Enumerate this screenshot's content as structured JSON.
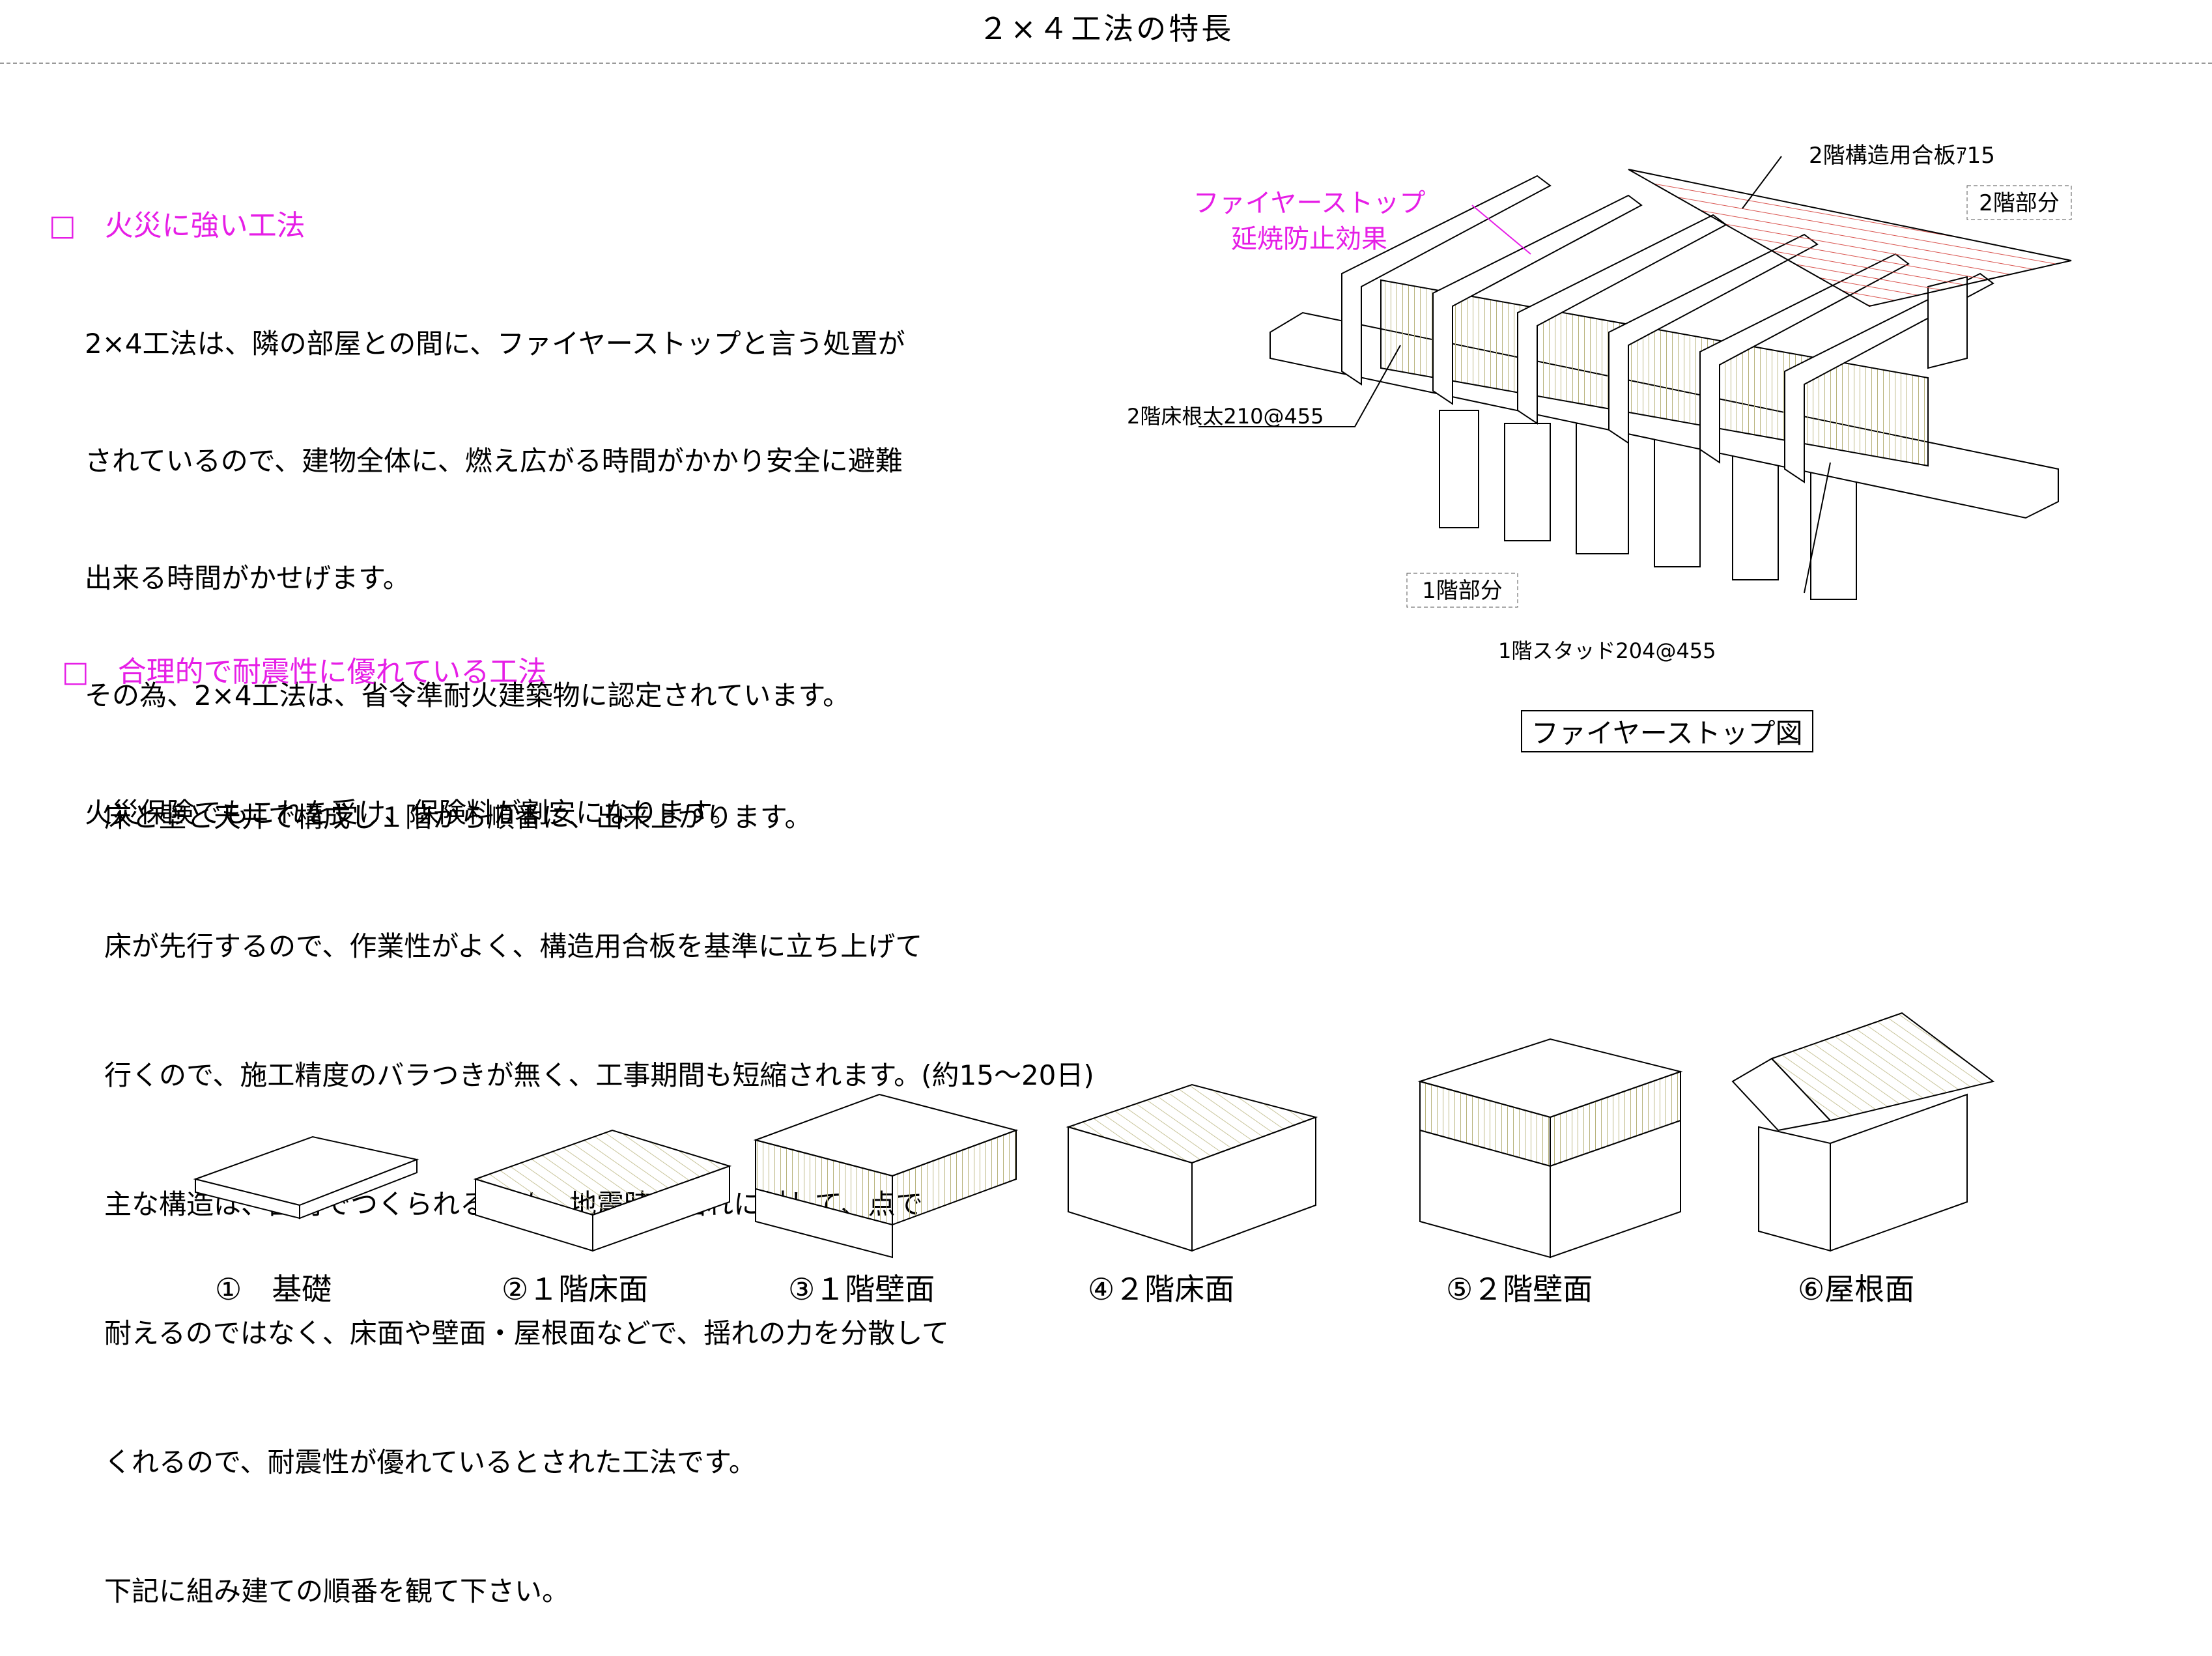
{
  "title": "２×４工法の特長",
  "section1": {
    "heading": "□　火災に強い工法",
    "lines": [
      "2×4工法は、隣の部屋との間に、ファイヤーストップと言う処置が",
      "されているので、建物全体に、燃え広がる時間がかかり安全に避難",
      "出来る時間がかせげます。",
      "その為、2×4工法は、省令準耐火建築物に認定されています。",
      "火災保険でもこれを受け、保険料が割安になります。"
    ]
  },
  "section2": {
    "heading": "□　合理的で耐震性に優れている工法",
    "lines": [
      "床と壁と天井で構成し１階から順番に、出来上がります。",
      "床が先行するので、作業性がよく、構造用合板を基準に立ち上げて",
      "行くので、施工精度のバラつきが無く、工事期間も短縮されます。(約15～20日)",
      "主な構造は、面材でつくられるため、地震時の揺れに対して、点で",
      "耐えるのではなく、床面や壁面・屋根面などで、揺れの力を分散して",
      "くれるので、耐震性が優れているとされた工法です。",
      "下記に組み建ての順番を観て下さい。"
    ]
  },
  "diagram": {
    "caption": "ファイヤーストップ図",
    "fire_stop_label_1": "ファイヤーストップ",
    "fire_stop_label_2": "延焼防止効果",
    "label_plywood": "2階構造用合板ｱ15",
    "label_floor2": "2階部分",
    "label_joist": "2階床根太210@455",
    "label_floor1": "1階部分",
    "label_stud": "1階スタッド204@455",
    "colors": {
      "accent": "#e61ee6",
      "hatch_red": "#d9544f",
      "hatch_tan": "#c8c49a"
    }
  },
  "steps": [
    {
      "label": "①　基礎"
    },
    {
      "label": "②１階床面"
    },
    {
      "label": "③１階壁面"
    },
    {
      "label": "④２階床面"
    },
    {
      "label": "⑤２階壁面"
    },
    {
      "label": "⑥屋根面"
    }
  ]
}
